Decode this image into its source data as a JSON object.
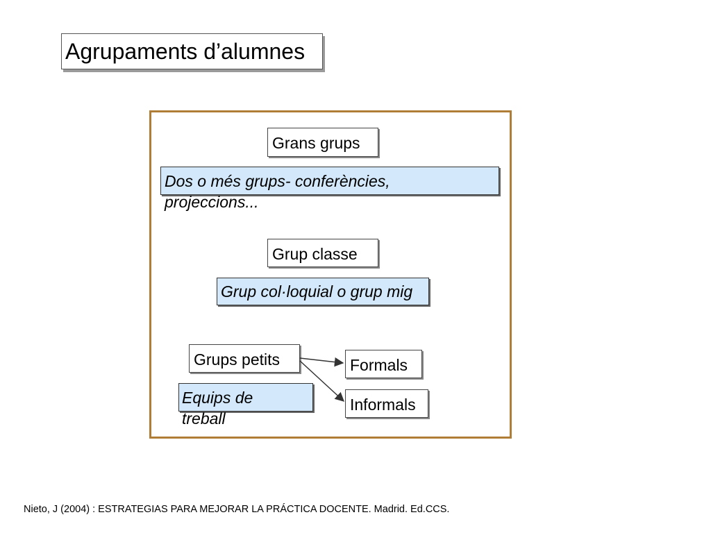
{
  "title": "Agrupaments d’alumnes",
  "nodes": {
    "grans_grups": "Grans grups",
    "grans_grups_desc": "Dos o més grups- conferències, projeccions...",
    "grup_classe": "Grup classe",
    "grup_classe_desc": "Grup col·loquial o grup mig",
    "grups_petits": "Grups petits",
    "grups_petits_desc": "Equips de treball",
    "formals": "Formals",
    "informals": "Informals"
  },
  "citation": "Nieto, J (2004) : ESTRATEGIAS PARA MEJORAR LA PRÁCTICA DOCENTE. Madrid. Ed.CCS.",
  "colors": {
    "frame_border": "#b07d37",
    "desc_fill": "#d3e9fb"
  }
}
